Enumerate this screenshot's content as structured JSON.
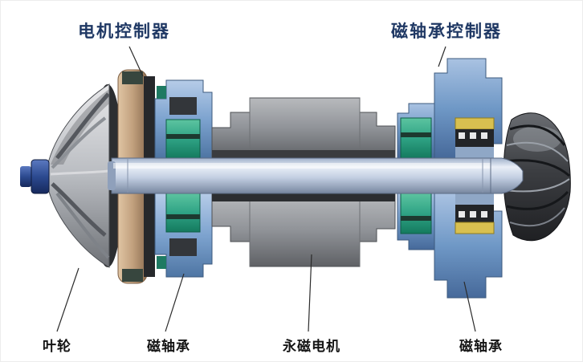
{
  "figure": {
    "background": "#ffffff",
    "titles": {
      "left": "电机控制器",
      "right": "磁轴承控制器"
    },
    "callouts": {
      "impeller": "叶轮",
      "bearing_left": "磁轴承",
      "motor": "永磁电机",
      "bearing_right": "磁轴承"
    },
    "colors": {
      "title_text": "#1f3864",
      "callout_text": "#141414",
      "leader_line": "#2b2b2b",
      "housing_blue": "#7da3cf",
      "bearing_green": "#2fa385",
      "bearing_green_dark": "#1e7a62",
      "sensor_yellow": "#d8c050",
      "thrust_disc_tan": "#c2a17e",
      "stator_gray": "#909398",
      "shaft_silver": "#c3cfe2",
      "impeller_dark": "#3c3e42",
      "nose_blue": "#2c4a90"
    }
  }
}
